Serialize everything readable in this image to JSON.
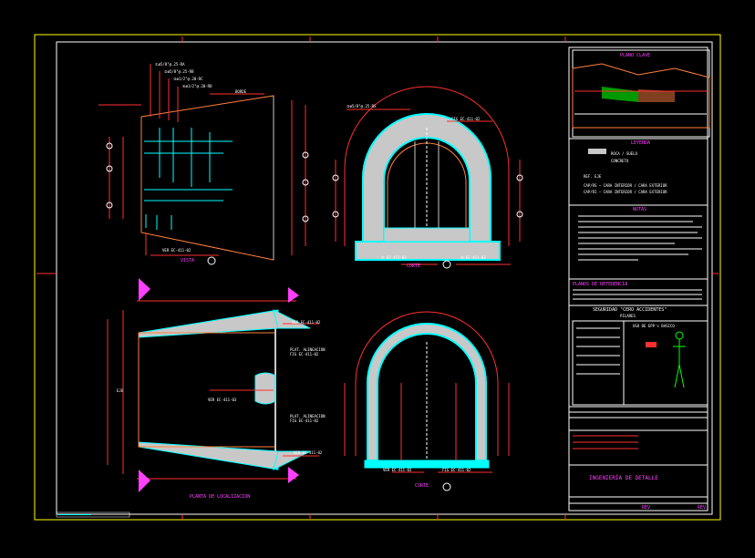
{
  "title_block": {
    "plan_title": "PLANO CLAVE",
    "legend_title": "LEYENDA",
    "notes_title": "NOTAS",
    "references_title": "PLANOS DE REFERENCIA",
    "safety_title": "SEGURIDAD \"CERO ACCIDENTES\"",
    "safety_sub": "PILARES",
    "ppe_title": "USO DE EPP's BASICO",
    "project_title": "INGENIERÍA DE DETALLE",
    "rev_label": "REV",
    "rev_label_2": "REV"
  },
  "views": {
    "vista_label": "VISTA",
    "corte_label": "CORTE",
    "corte_label_2": "CORTE",
    "planta_label": "PLANTA DE LOCALIZACION"
  },
  "colors": {
    "background": "#000000",
    "frame": "#ffff00",
    "sheet_border": "#ffffff",
    "dimension": "#ff3030",
    "concrete_edge": "#00ffff",
    "concrete_fill": "#c8c8c8",
    "leader": "#ffff00",
    "note_text": "#ffffff",
    "title_magenta": "#ff40ff"
  }
}
